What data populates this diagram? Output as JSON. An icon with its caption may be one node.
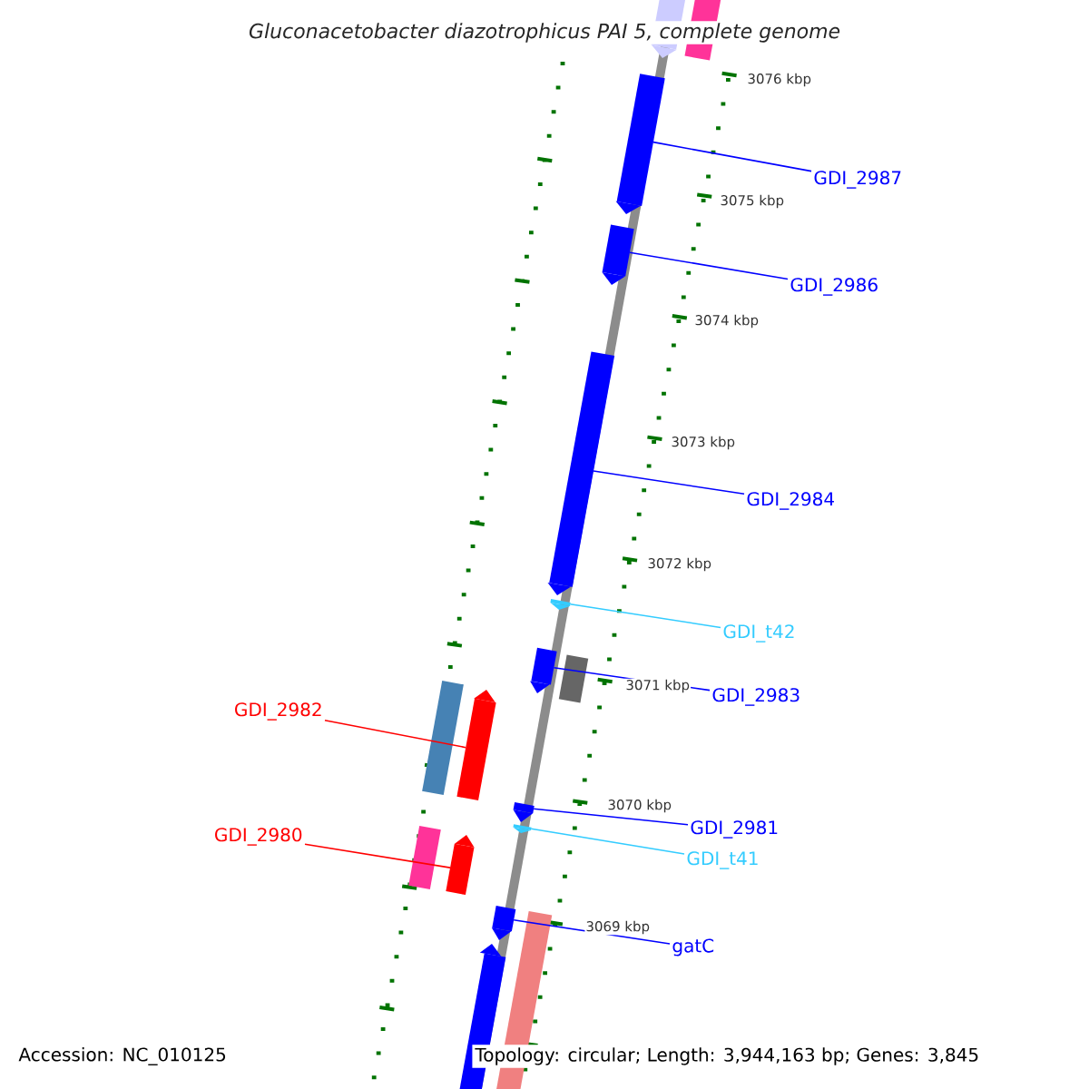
{
  "diagram": {
    "title": "Gluconacetobacter diazotrophicus PAI 5, complete genome",
    "nodes": [
      {
        "text": [
          "GDI_2987"
        ]
      },
      {
        "text": [
          "GDI_2986"
        ]
      },
      {
        "text": [
          "GDI_2984"
        ]
      },
      {
        "text": [
          "GDI_t42"
        ]
      },
      {
        "text": [
          "GDI_2983"
        ]
      },
      {
        "text": [
          "GDI_2982"
        ]
      },
      {
        "text": [
          "GDI_2980"
        ]
      },
      {
        "text": [
          "GDI_2981"
        ]
      },
      {
        "text": [
          "GDI_t41"
        ]
      },
      {
        "text": [
          "gatC"
        ]
      },
      {
        "text": [],
        "shape": "arrow"
      },
      {
        "text": [],
        "shape": "arrow"
      },
      {
        "text": [],
        "shape": "arrow"
      },
      {
        "text": [],
        "shape": "arrow"
      },
      {
        "text": [],
        "shape": "arrow"
      },
      {
        "text": [],
        "shape": "arrow"
      },
      {
        "text": [],
        "shape": "arrow"
      },
      {
        "text": [],
        "shape": "arrow"
      },
      {
        "text": [],
        "shape": "arrow"
      },
      {
        "text": [],
        "shape": "arrow"
      },
      {
        "text": [],
        "shape": "arrow"
      },
      {
        "text": [],
        "shape": "bar"
      },
      {
        "text": [],
        "shape": "bar"
      },
      {
        "text": [],
        "shape": "bar"
      },
      {
        "text": [],
        "shape": "bar"
      },
      {
        "text": [],
        "shape": "bar"
      },
      {
        "text": [],
        "shape": "arrow"
      }
    ],
    "edges": [
      {
        "from": 0,
        "to": 10,
        "arrow": "none"
      },
      {
        "from": 1,
        "to": 11,
        "arrow": "none"
      },
      {
        "from": 2,
        "to": 12,
        "arrow": "none"
      },
      {
        "from": 3,
        "to": 13,
        "arrow": "none",
        "color": "#33ccff"
      },
      {
        "from": 4,
        "to": 14,
        "arrow": "none"
      },
      {
        "from": 5,
        "to": 15,
        "arrow": "none",
        "color": "#ff0000"
      },
      {
        "from": 6,
        "to": 16,
        "arrow": "none",
        "color": "#ff0000"
      },
      {
        "from": 7,
        "to": 17,
        "arrow": "none"
      },
      {
        "from": 8,
        "to": 18,
        "arrow": "none",
        "color": "#33ccff"
      },
      {
        "from": 9,
        "to": 19,
        "arrow": "none"
      }
    ],
    "labels": [
      "3076 kbp",
      "3075 kbp",
      "3074 kbp",
      "3073 kbp",
      "3072 kbp",
      "3071 kbp",
      "3070 kbp",
      "3069 kbp",
      "Accession: NC_010125",
      "Topology: circular; Length: 3,944,163 bp; Genes: 3,845"
    ]
  }
}
